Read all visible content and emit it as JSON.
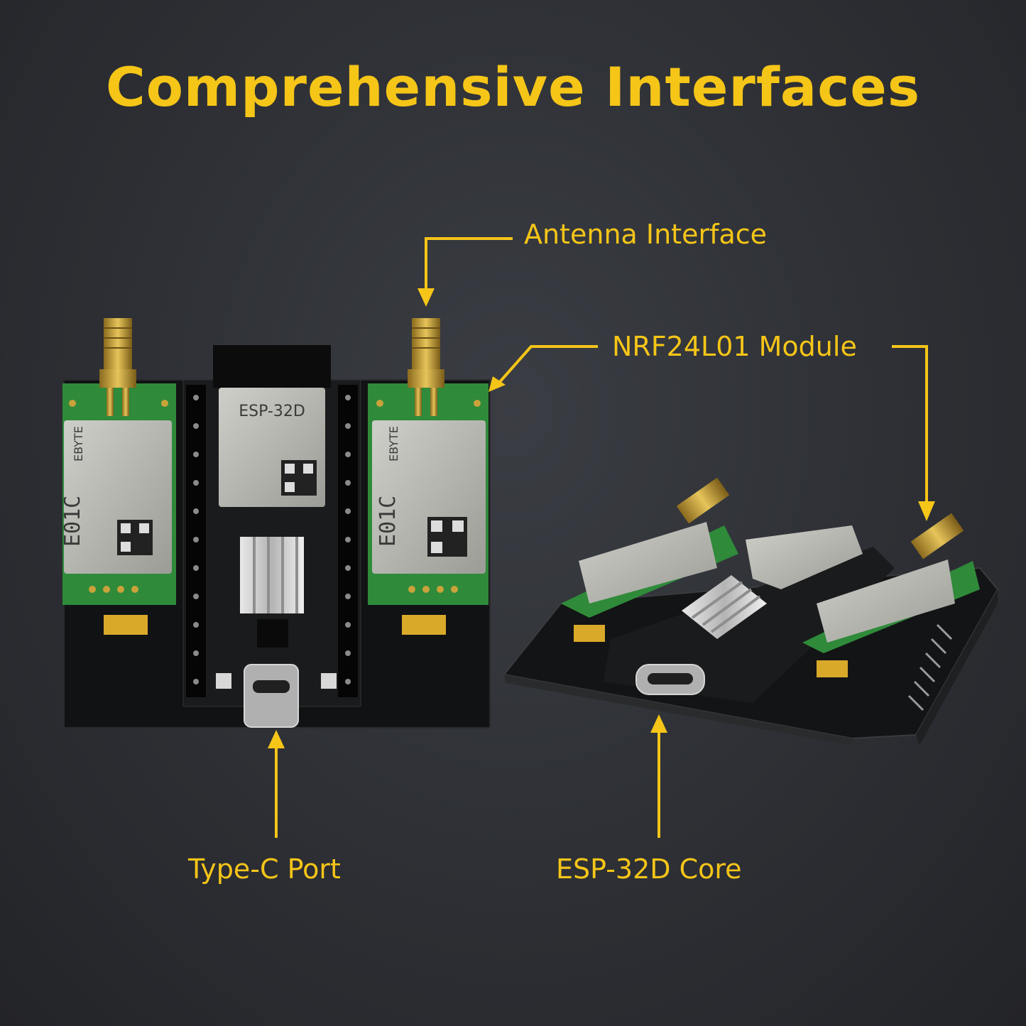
{
  "headline": "Comprehensive Interfaces",
  "callouts": {
    "antenna": "Antenna Interface",
    "module": "NRF24L01 Module",
    "typec": "Type-C Port",
    "core": "ESP-32D Core"
  },
  "board": {
    "chip_label": "ESP-32D",
    "module_brand": "EBYTE",
    "module_model": "E01C"
  },
  "colors": {
    "accent": "#f5c518",
    "background": "#2e3035",
    "pcb_black": "#141516",
    "pcb_green": "#2f8a3a",
    "metal_can": "#b8b8b2",
    "gold": "#c9a23a"
  }
}
